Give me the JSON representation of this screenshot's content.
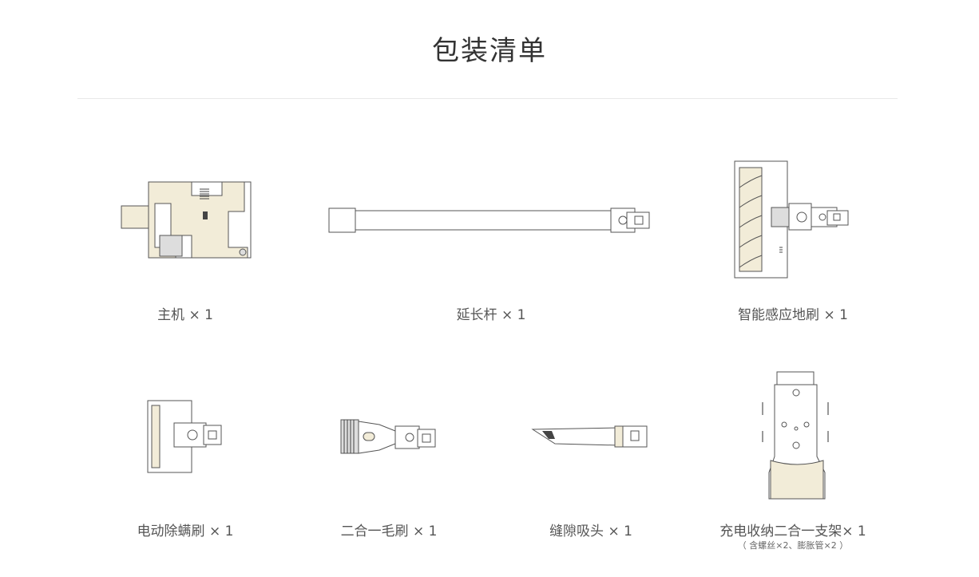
{
  "title": "包装清单",
  "items": [
    {
      "name": "主机",
      "qty": "× 1"
    },
    {
      "name": "延长杆",
      "qty": "× 1"
    },
    {
      "name": "智能感应地刷",
      "qty": "× 1"
    },
    {
      "name": "电动除螨刷",
      "qty": "× 1"
    },
    {
      "name": "二合一毛刷",
      "qty": "× 1"
    },
    {
      "name": "缝隙吸头",
      "qty": "× 1"
    },
    {
      "name": "充电收纳二合一支架",
      "qty": "× 1",
      "note": "（ 含螺丝×2、膨胀管×2 ）"
    }
  ]
}
